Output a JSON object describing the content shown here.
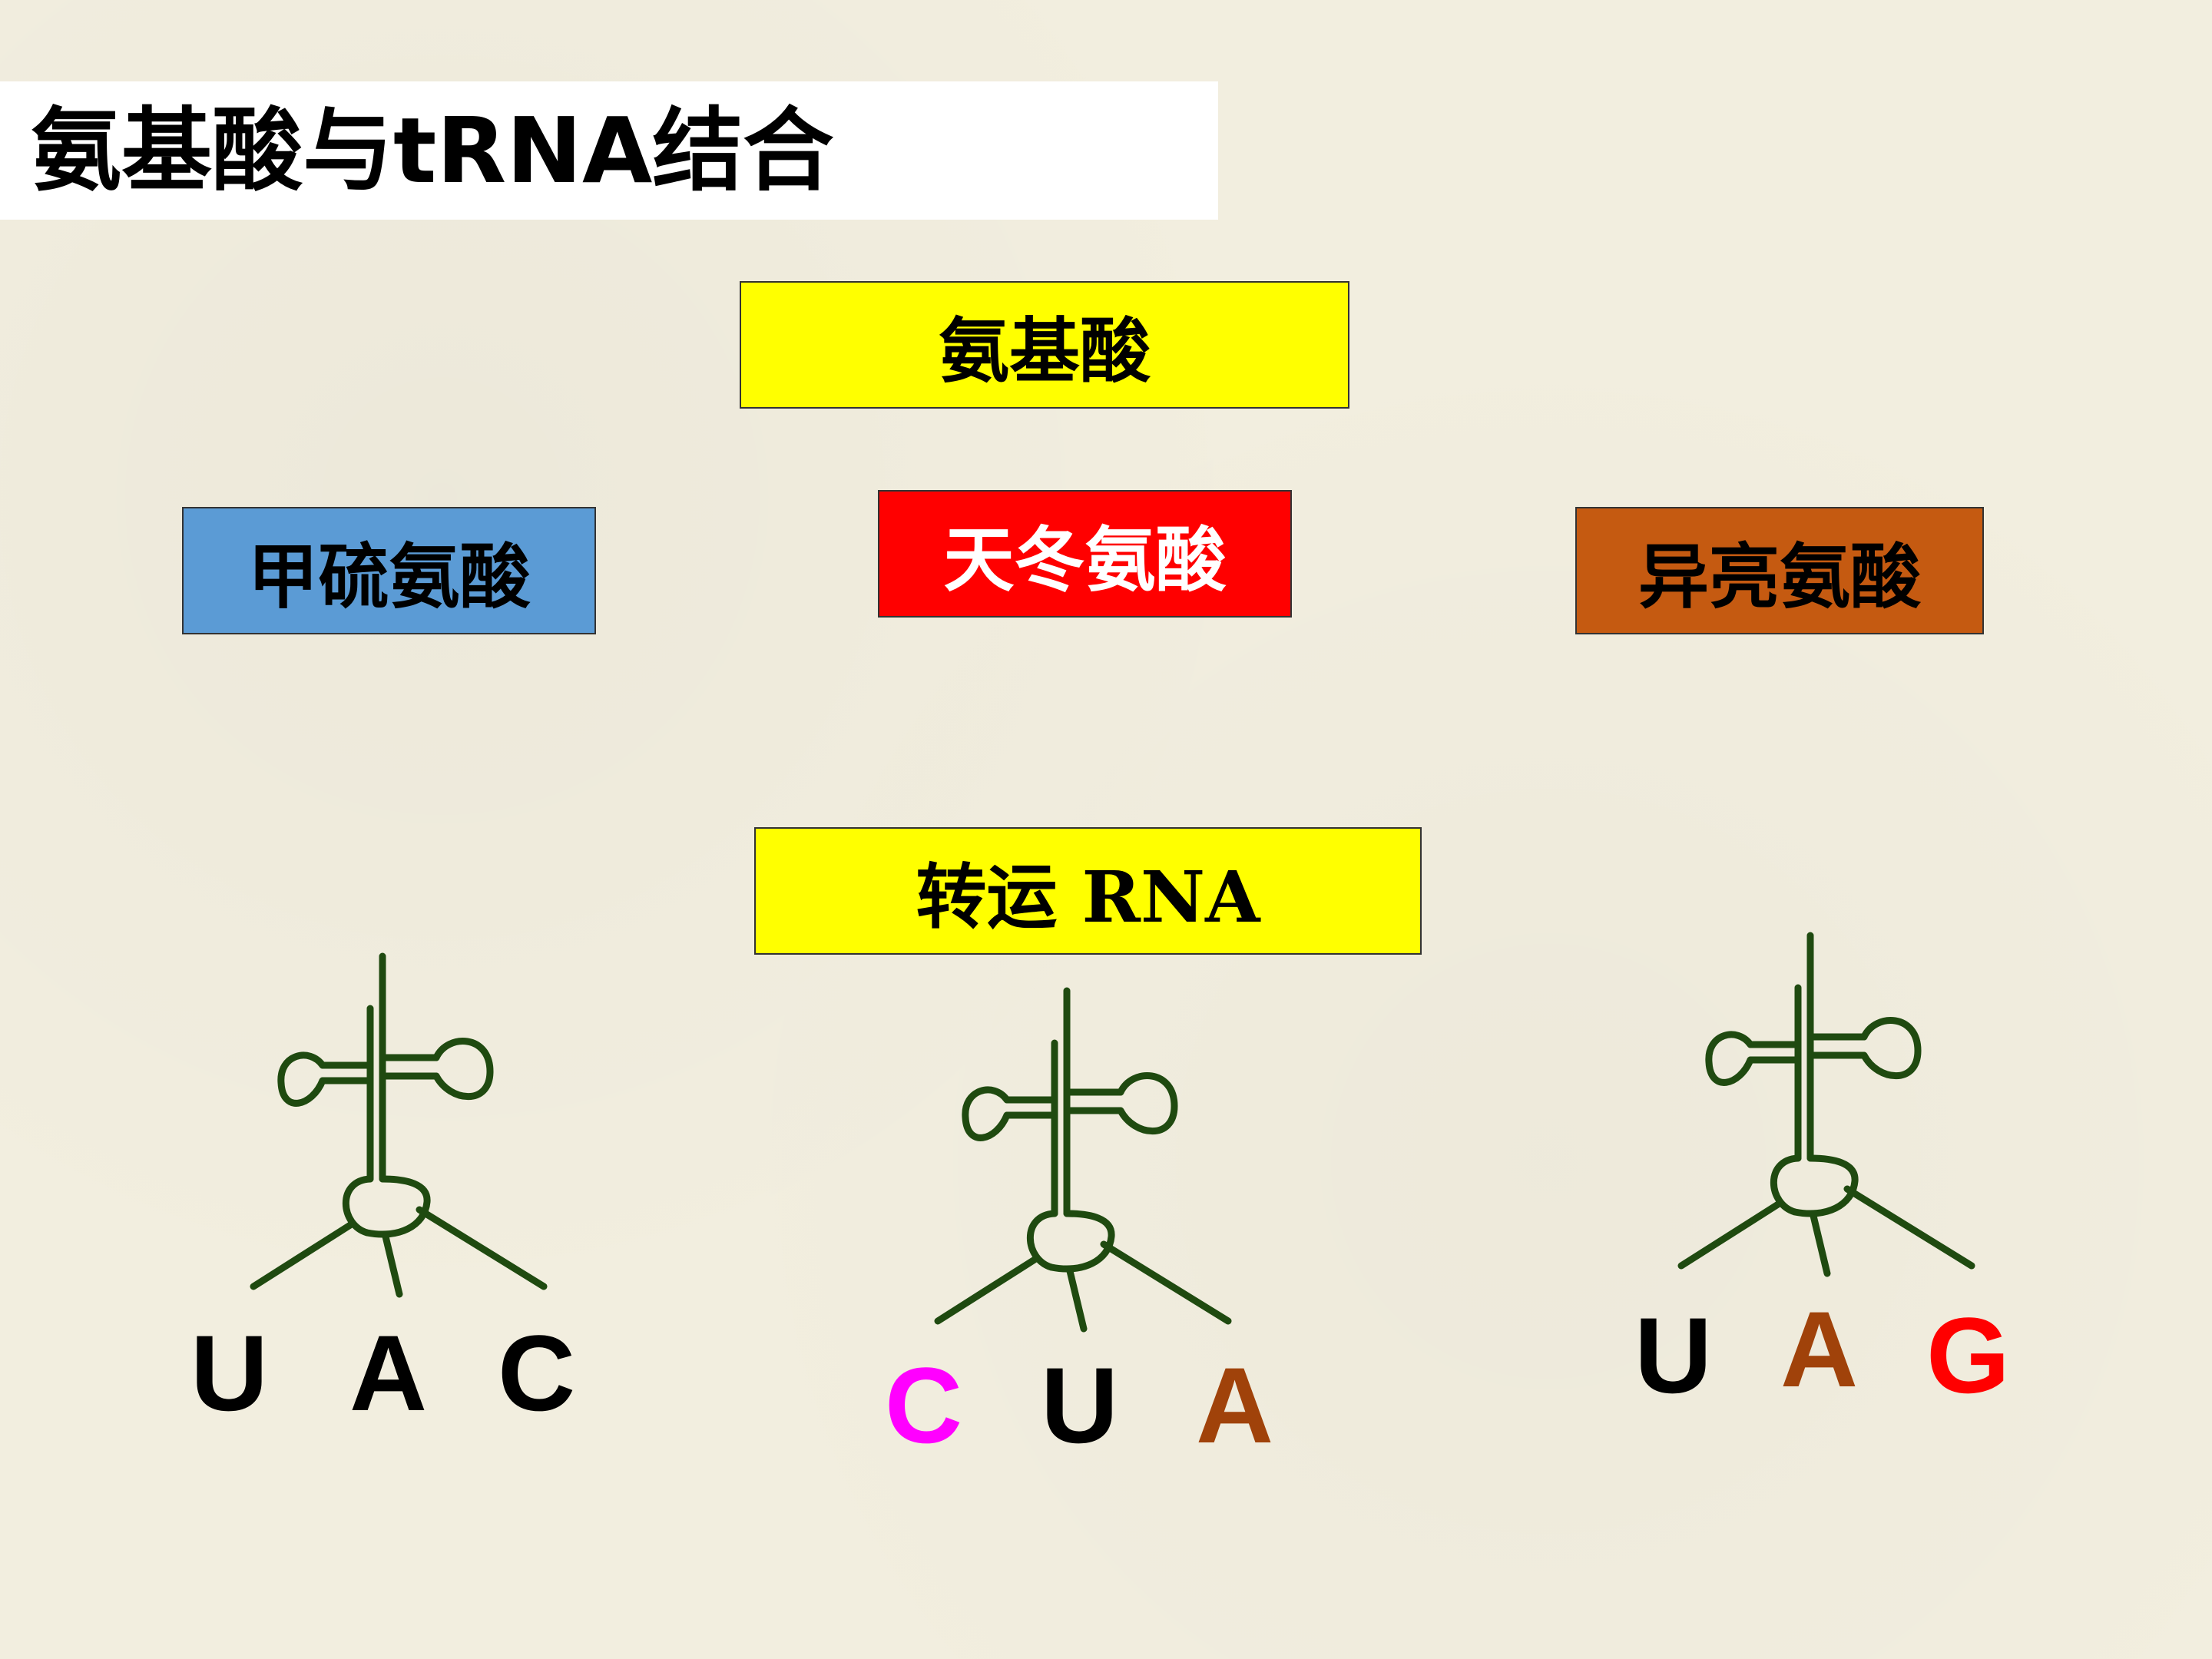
{
  "title": "氨基酸与tRNA结合",
  "amino_acid_label": "氨基酸",
  "amino_acids": [
    {
      "label": "甲硫氨酸",
      "color": "#5b9bd5"
    },
    {
      "label": "天冬氨酸",
      "color": "#ff0000"
    },
    {
      "label": "异亮氨酸",
      "color": "#c55a11"
    }
  ],
  "trna_label": "转运 RNA",
  "trnas": [
    {
      "bases": [
        {
          "letter": "U",
          "color": "#000000"
        },
        {
          "letter": "A",
          "color": "#000000"
        },
        {
          "letter": "C",
          "color": "#000000"
        }
      ]
    },
    {
      "bases": [
        {
          "letter": "C",
          "color": "#ff00ff"
        },
        {
          "letter": "U",
          "color": "#000000"
        },
        {
          "letter": "A",
          "color": "#a0420a"
        }
      ]
    },
    {
      "bases": [
        {
          "letter": "U",
          "color": "#000000"
        },
        {
          "letter": "A",
          "color": "#a0420a"
        },
        {
          "letter": "G",
          "color": "#ff0000"
        }
      ]
    }
  ],
  "colors": {
    "trna_stroke": "#1f4a10",
    "background": "#f2eedf"
  }
}
